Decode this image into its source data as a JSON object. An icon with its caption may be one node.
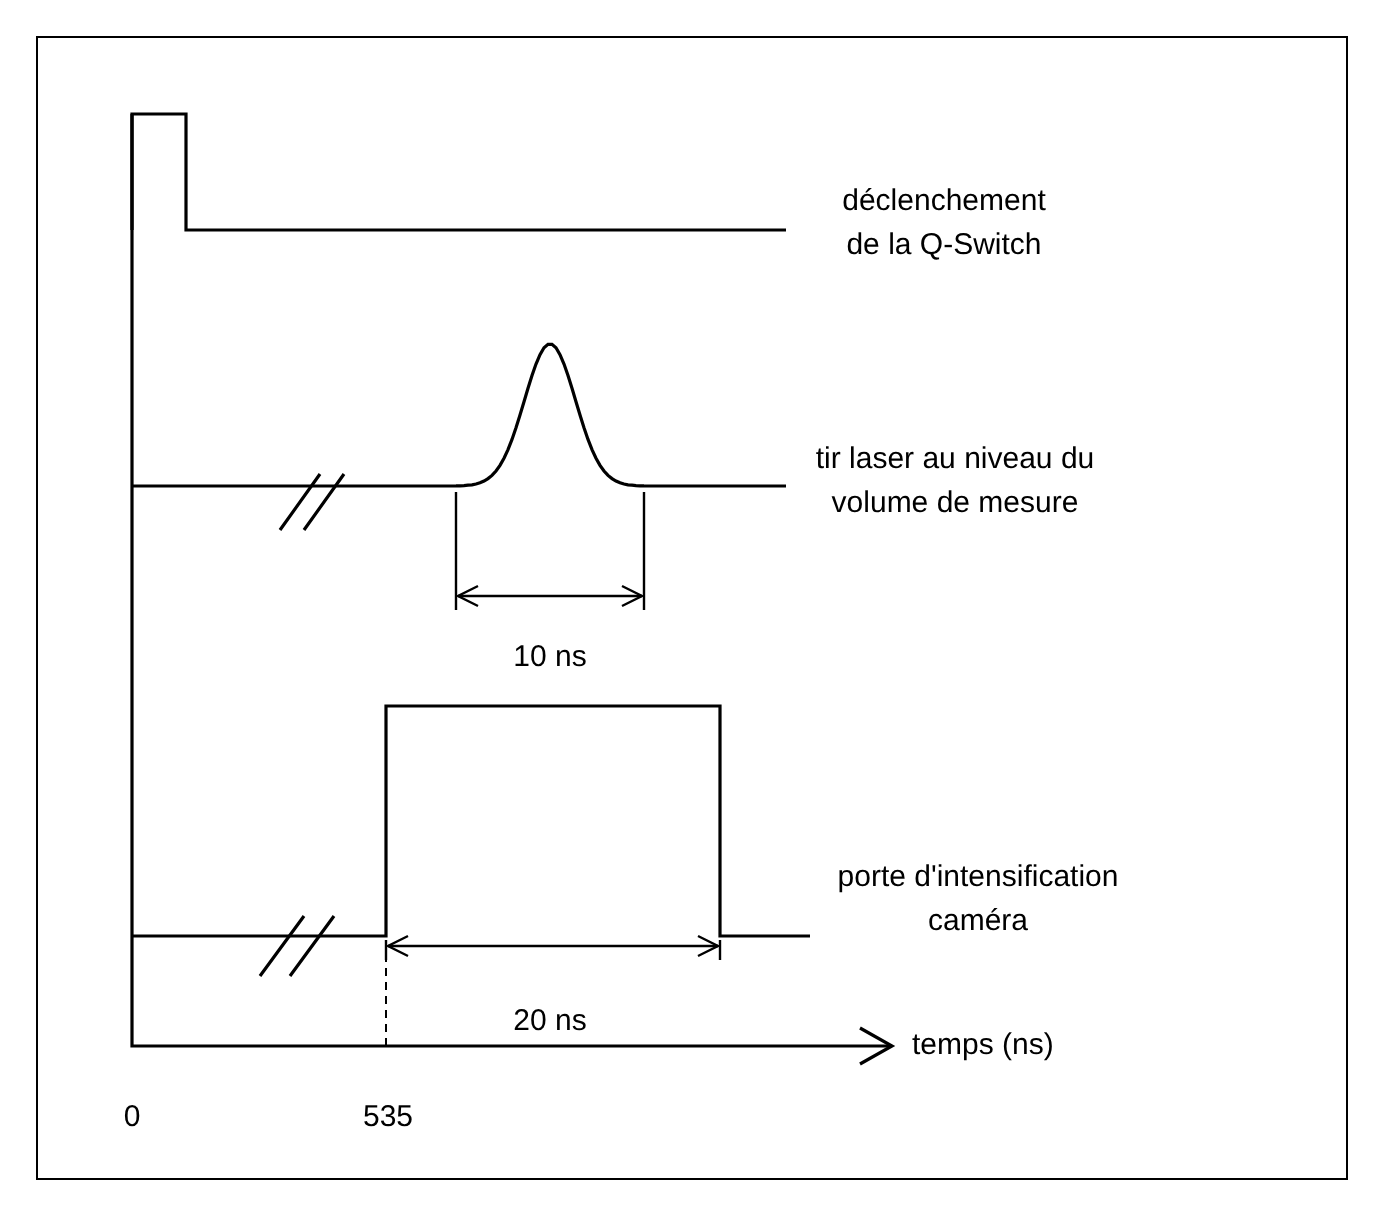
{
  "diagram": {
    "labels": [
      "déclenchement de la Q-Switch",
      "tir laser au niveau du volume de mesure",
      "10 ns",
      "porte d'intensification caméra",
      "20 ns",
      "temps (ns)",
      "0",
      "535"
    ]
  }
}
